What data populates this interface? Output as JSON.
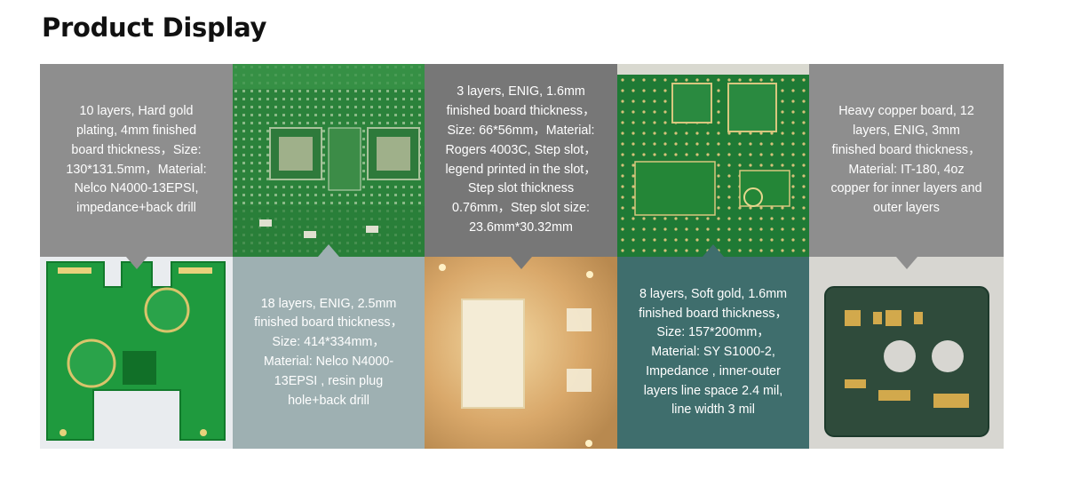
{
  "page": {
    "title": "Product Display"
  },
  "products": [
    {
      "description": "10 layers, Hard gold plating, 4mm finished board thickness，Size: 130*131.5mm，Material: Nelco N4000-13EPSI, impedance+back drill"
    },
    {
      "description": "3 layers, ENIG, 1.6mm finished board thickness，Size: 66*56mm，Material: Rogers 4003C, Step slot，legend printed in the slot，Step slot thickness 0.76mm，Step slot size: 23.6mm*30.32mm"
    },
    {
      "description": "Heavy copper board, 12 layers, ENIG, 3mm finished board thickness，Material: IT-180, 4oz copper for inner layers and outer layers"
    },
    {
      "description": "18 layers, ENIG, 2.5mm finished board thickness，Size: 414*334mm，Material: Nelco N4000-13EPSI , resin plug hole+back drill"
    },
    {
      "description": "8 layers, Soft gold, 1.6mm finished board thickness，Size: 157*200mm，Material: SY S1000-2, Impedance , inner-outer layers line space 2.4 mil, line width 3 mil"
    }
  ],
  "colors": {
    "panel_gray": "#8e8e8e",
    "panel_dark_gray": "#777777",
    "panel_slate": "#9eb0b2",
    "panel_teal": "#3f6e6d",
    "pcb_green": "#1f8a3a",
    "pcb_gold": "#c9a845"
  }
}
